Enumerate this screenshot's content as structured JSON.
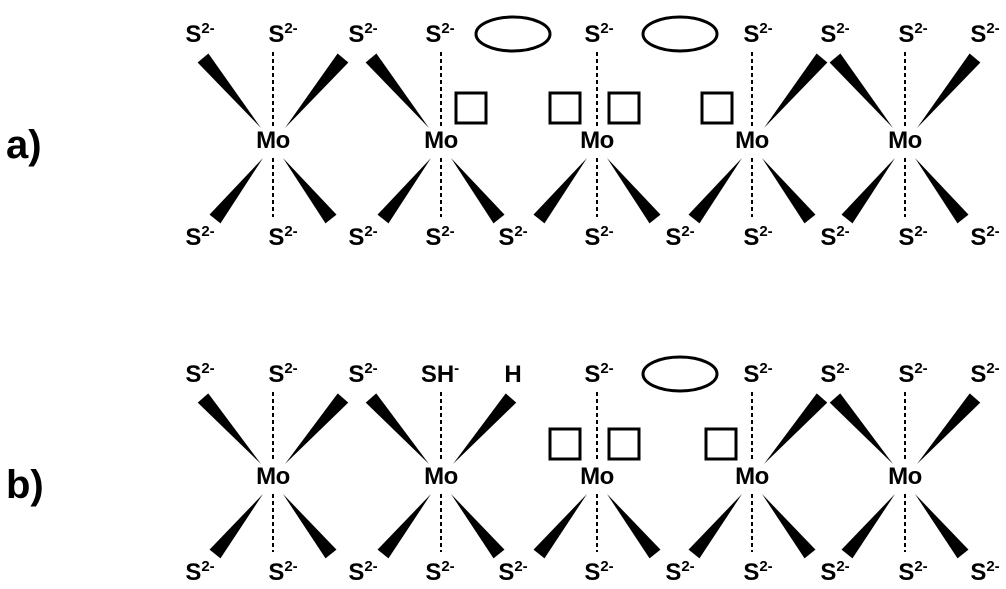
{
  "colors": {
    "ink": "#000000",
    "background": "#ffffff"
  },
  "panels": [
    {
      "id": "a",
      "label": "a)",
      "metals": [
        "Mo",
        "Mo",
        "Mo",
        "Mo",
        "Mo"
      ],
      "top_ligands": [
        {
          "text": "S",
          "charge": "2-"
        },
        {
          "text": "S",
          "charge": "2-"
        },
        {
          "text": "S",
          "charge": "2-"
        },
        {
          "text": "S",
          "charge": "2-"
        },
        {
          "text": "",
          "charge": "",
          "kind": "ellipse"
        },
        {
          "text": "S",
          "charge": "2-"
        },
        {
          "text": "",
          "charge": "",
          "kind": "ellipse"
        },
        {
          "text": "S",
          "charge": "2-"
        },
        {
          "text": "S",
          "charge": "2-"
        },
        {
          "text": "S",
          "charge": "2-"
        },
        {
          "text": "S",
          "charge": "2-"
        }
      ],
      "bottom_ligands": [
        {
          "text": "S",
          "charge": "2-"
        },
        {
          "text": "S",
          "charge": "2-"
        },
        {
          "text": "S",
          "charge": "2-"
        },
        {
          "text": "S",
          "charge": "2-"
        },
        {
          "text": "S",
          "charge": "2-"
        },
        {
          "text": "S",
          "charge": "2-"
        },
        {
          "text": "S",
          "charge": "2-"
        },
        {
          "text": "S",
          "charge": "2-"
        },
        {
          "text": "S",
          "charge": "2-"
        },
        {
          "text": "S",
          "charge": "2-"
        },
        {
          "text": "S",
          "charge": "2-"
        }
      ],
      "vacancies": 4,
      "empty_sites": 2
    },
    {
      "id": "b",
      "label": "b)",
      "metals": [
        "Mo",
        "Mo",
        "Mo",
        "Mo",
        "Mo"
      ],
      "top_ligands": [
        {
          "text": "S",
          "charge": "2-"
        },
        {
          "text": "S",
          "charge": "2-"
        },
        {
          "text": "S",
          "charge": "2-"
        },
        {
          "text": "SH",
          "charge": "-"
        },
        {
          "text": "H",
          "charge": ""
        },
        {
          "text": "S",
          "charge": "2-"
        },
        {
          "text": "",
          "charge": "",
          "kind": "ellipse"
        },
        {
          "text": "S",
          "charge": "2-"
        },
        {
          "text": "S",
          "charge": "2-"
        },
        {
          "text": "S",
          "charge": "2-"
        },
        {
          "text": "S",
          "charge": "2-"
        }
      ],
      "bottom_ligands": [
        {
          "text": "S",
          "charge": "2-"
        },
        {
          "text": "S",
          "charge": "2-"
        },
        {
          "text": "S",
          "charge": "2-"
        },
        {
          "text": "S",
          "charge": "2-"
        },
        {
          "text": "S",
          "charge": "2-"
        },
        {
          "text": "S",
          "charge": "2-"
        },
        {
          "text": "S",
          "charge": "2-"
        },
        {
          "text": "S",
          "charge": "2-"
        },
        {
          "text": "S",
          "charge": "2-"
        },
        {
          "text": "S",
          "charge": "2-"
        },
        {
          "text": "S",
          "charge": "2-"
        }
      ],
      "vacancies": 3,
      "empty_sites": 1
    }
  ]
}
